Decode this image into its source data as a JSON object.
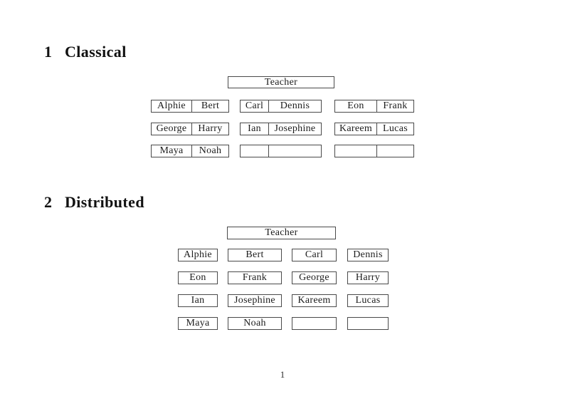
{
  "document": {
    "page_number": "1"
  },
  "classical": {
    "heading_number": "1",
    "heading_title": "Classical",
    "teacher_label": "Teacher",
    "desks": [
      {
        "left": "Alphie",
        "right": "Bert"
      },
      {
        "left": "Carl",
        "right": "Dennis"
      },
      {
        "left": "Eon",
        "right": "Frank"
      },
      {
        "left": "George",
        "right": "Harry"
      },
      {
        "left": "Ian",
        "right": "Josephine"
      },
      {
        "left": "Kareem",
        "right": "Lucas"
      },
      {
        "left": "Maya",
        "right": "Noah"
      },
      {
        "left": "",
        "right": ""
      },
      {
        "left": "",
        "right": ""
      }
    ]
  },
  "distributed": {
    "heading_number": "2",
    "heading_title": "Distributed",
    "teacher_label": "Teacher",
    "desks": [
      "Alphie",
      "Bert",
      "Carl",
      "Dennis",
      "Eon",
      "Frank",
      "George",
      "Harry",
      "Ian",
      "Josephine",
      "Kareem",
      "Lucas",
      "Maya",
      "Noah",
      "",
      ""
    ]
  }
}
